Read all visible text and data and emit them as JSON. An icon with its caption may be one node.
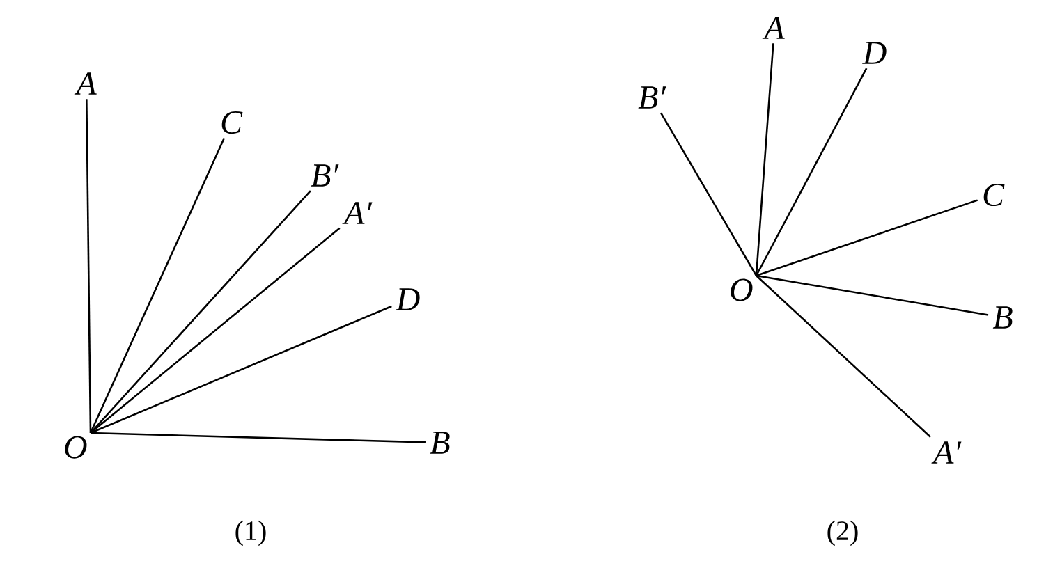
{
  "diagram": {
    "nodes": [
      {
        "text": [
          "O"
        ]
      },
      {
        "text": [
          "A"
        ]
      },
      {
        "text": [
          "C"
        ]
      },
      {
        "text": [
          "B′"
        ]
      },
      {
        "text": [
          "A′"
        ]
      },
      {
        "text": [
          "D"
        ]
      },
      {
        "text": [
          "B"
        ]
      },
      {
        "text": [
          "B′"
        ]
      },
      {
        "text": [
          "A"
        ]
      },
      {
        "text": [
          "D"
        ]
      },
      {
        "text": [
          "O"
        ]
      },
      {
        "text": [
          "C"
        ]
      },
      {
        "text": [
          "B"
        ]
      },
      {
        "text": [
          "A′"
        ]
      }
    ],
    "edges": [
      {
        "from": 0,
        "to": 1,
        "arrow": "none"
      },
      {
        "from": 0,
        "to": 2,
        "arrow": "none"
      },
      {
        "from": 0,
        "to": 3,
        "arrow": "none"
      },
      {
        "from": 0,
        "to": 4,
        "arrow": "none"
      },
      {
        "from": 0,
        "to": 5,
        "arrow": "none"
      },
      {
        "from": 0,
        "to": 6,
        "arrow": "none"
      },
      {
        "from": 10,
        "to": 7,
        "arrow": "none"
      },
      {
        "from": 10,
        "to": 8,
        "arrow": "none"
      },
      {
        "from": 10,
        "to": 9,
        "arrow": "none"
      },
      {
        "from": 10,
        "to": 11,
        "arrow": "none"
      },
      {
        "from": 10,
        "to": 12,
        "arrow": "none"
      },
      {
        "from": 10,
        "to": 13,
        "arrow": "none"
      }
    ],
    "labels": [
      "(1)",
      "(2)"
    ]
  }
}
